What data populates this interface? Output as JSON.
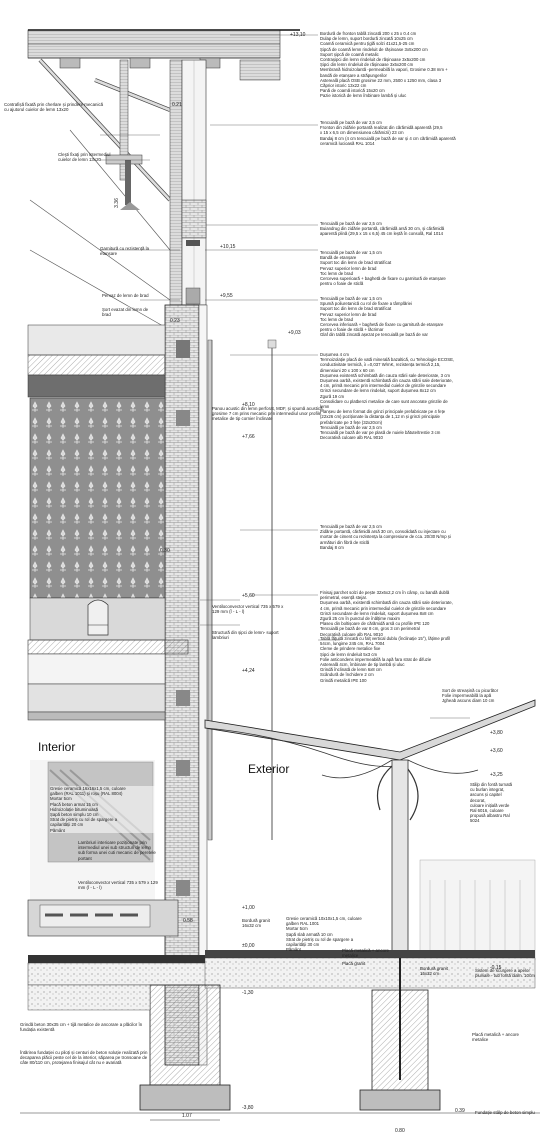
{
  "colors": {
    "line": "#333333",
    "brick": "#c9c9c9",
    "panel": "#8c8c8c",
    "sky": "#f3f3f3"
  },
  "levels": [
    "+13,10",
    "+10,15",
    "+9,55",
    "+9,03",
    "+8,10",
    "+7,66",
    "+5,60",
    "+4,24",
    "+3,80",
    "+3,60",
    "+3,25",
    "+1,00",
    "±0,00",
    "-0,15",
    "-1,30",
    "-3,80"
  ],
  "dims": {
    "d021": "0.21",
    "d336": "3.36",
    "d023": "0.23",
    "d030": "0.30",
    "d058": "0.58",
    "d107": "1.07",
    "d039": "0.39",
    "d080": "0.80"
  },
  "spaces": {
    "interior": "Interior",
    "exterior": "Exterior"
  },
  "notes": {
    "roof": [
      "Bordură de fronton tablă zincată 200 x 25 x 0.4 cm",
      "Dulap de lemn, suport bordură zincată 10x25 cm",
      "Coamă ceramică  pentru țiglă solzi 41x21,5-25 cm",
      "Șipcă de coamă lemn rindeluit de rășinoase 3x5x200 cm",
      "Suport șipcă de coamă metalic",
      "Contrașipci din lemn rindeluit de rășinoase 3x5x200 cm",
      "Șipci din lemn rindeluit de rășinoase 3x5x200 cm",
      "Membrană hidroizolantă -permeabilă la vapori, Grosime 0.38 mm +",
      "bandă de etanșare a străpungerilor",
      "Asterealã  placă OSB grosime 22 mm, 2500 x 1250 mm, clasa 3",
      "Căprior istoric 13x22 cm",
      "Pană de coamă istorică 15x20 cm",
      "Pazie istorică de lemn îmbinare lambă și uluc"
    ],
    "fronton": [
      "Tencuială pe bază de var 2,5 cm",
      "Fronton din zidărie portantă realizat din cărămidă aparentă (29,5",
      "x 15 x 6,5 cm dimensiunea cărămizii) 23 cm",
      "Bandaj 8 cm (4 cm tencuială pe bază de var și 4 cm cărămidă aparentă",
      "ceramică lucioasă RAL 1014"
    ],
    "buiandrug": [
      "Tencuială pe bază de var 2,5 cm",
      "Buiandrug din zidărie portantă, cărămidă arsă 30 cm, și cărămidă",
      "aparentă plină (29,5 x 15 x 6,5) 45 cm  leștă în consolă, Ral 1014"
    ],
    "window1": [
      "Tencuială pe bază de var 1,5 cm",
      "Bandă de etanșare",
      "Suport toc din lemn de brad stratificat",
      "Pervaz superior lemn de brad",
      "Toc lemn de brad",
      "Cercevea superioară + baghetă de fixare cu garnitură de etanșare",
      "pentru o foaie de sticlă"
    ],
    "window2": [
      "Tencuială pe bază de var 1,5 cm",
      "Spumă poliuretanică cu rol de fixare a tâmplăriei",
      "Suport toc din lemn de brad stratificat",
      "Pervaz superior lemn de brad",
      "Toc lemn de brad",
      "Cercevea inferioară + baghetă de fixare cu garnitură de etanșare",
      "pentru o foaie de sticlă + lăcrimar",
      "Glaf din tablă zincată așezat pe tencuială pe bază de var"
    ],
    "floor1": [
      "Dușumea 4 cm",
      "Termoizolație placă de vată minerală bazaltică, cu Tehnologie ECOSE,",
      "conductivitate termică, λ =0,037 W/mK, rezistența termică 2,15,",
      "dimensiuni 20 x 100 x 60 cm",
      "Dușumea existentă schimbată din cauza stării sale deteriorate, 3 cm",
      "Dușumea oarbă, existentă schimbată din cauza stării sale deteriorate,",
      "4 cm, primă mecanic prin intermediul cuielor de grinzile secundare",
      "Grinzi secundare de lemn rindeluit, suport dușumea 8x12 cm",
      "Zgură 19 cm",
      "Consolidare cu platbenzi metalice de care sunt ancorate grinzile de",
      "lemn",
      "Planșeu de lemn format din grinzi principale prefabricate pe 4 fețe",
      "(22x26 cm) poziționate la distanța de 1,12 m și grinzi principale",
      "prefabricate pe 3 fețe (32x20cm)",
      "Tencuială pe bază de var 2,5 cm",
      "Tencuială pe bază de var pe plasă de nuiele bătute/trestie 3 cm",
      "Decorativă culoare alb RAL 9010"
    ],
    "wall": [
      "Tencuială pe bază de var 2,5 cm",
      "Zidărie portantă, cărămidă arsă 30 cm, consolidată cu injectare cu",
      "mortar de ciment cu rezistența la compresiune de cca. 20/30 N/mp și",
      "armături din fibră de sticlă",
      "Bandaj 8 cm"
    ],
    "floor2": [
      "Finisaj parchet solzi de pește 32x6x2,2 cm în câmp, cu bandă dublă",
      "perimetral, esență stejar.",
      "Dușumea oarbă, existentă schimbată din cauza stării sale deteriorate,",
      "4 cm, primă mecanic prin intermediul cuielor de grinzile secundare",
      "Grinzi secundare de lemn rindeluit, suport dușumea 8x8 cm",
      "Zgură 25 cm  în punctul de înălțime maxim",
      "Plaseu din boltișoare de cărămidă arsă cu profile IPE 120",
      "Tencuială pe bază de var 8 cm, gros 3 cm perimetral",
      "Decorativă culoare alb RAL 9010"
    ],
    "canopy": [
      "Tablă fățuită zincată cu falț vertical dublu (înclinație 15°), lățime profil",
      "54cm, lungime 245 cm, RAL 7004",
      "Cleme de prindere metalice fixe",
      "Șipci de lemn rindeluit 5x3 cm",
      "Folie anticondens impermeabilă la apă fara strat de difuzie",
      "Asterealã 4cm, îmbinare de tip lambă și uluc",
      "Grindă înclinată de lemn 6x8 cm",
      "Scândură de închidere 2 cm",
      "Grindă metalică IPE 100"
    ],
    "gutter": [
      "Sort de streașină cu picurător",
      "Folie impermeabilă la apă",
      "Jgheab ascuns diam 10 cm"
    ],
    "column": [
      "Stâlp din fontă turnată",
      "cu burlan integrat,",
      "ascuns și capitel",
      "decorat,",
      "culoare inițială verde",
      "Ral 6016, culoare",
      "propusă albastru Ral",
      "5024"
    ],
    "interiorFloor": [
      "Gresie ceramică 16x16x1,5 cm, culoare",
      "galben (RAL 1011) și roșu (RAL 8004)",
      "Mortar 5cm",
      "Placă beton armat 15 cm",
      "Hidroizolație bituminoasă",
      "Șapă beton simplu 10 cm",
      "Strat de pietriș cu rol de spargere a",
      "capilarității 20 cm",
      "Pământ"
    ],
    "exteriorFloor": [
      "Gresie ceramică 10x10x1,5 cm, culoare",
      "galben RAL 1001",
      "Mortar 5cm",
      "Șapă slab armată 10 cm",
      "Strat de pietriș cu rol de spargere a",
      "capilarității 30 cm",
      "Pământ"
    ]
  },
  "labels": {
    "contrafisa": "Contrafișă fixată prin cherlare și prindere mecanică cu ajutorul cuielor de lemn 13x20",
    "clesti": "Cleşti fixaţi prin intermediul cuielor de lemn 13x20",
    "garnitura": "Garnitură cu rezistență la etanșare",
    "pervaz": "Pervaz de lemn de brad",
    "sort": "Șort evazat din lemn de brad",
    "panou": "Panou acustic din lemn perforat, MDF, și spumă acustică, grosime 7 cm prins mecanic prin intermediul unor profile metalice de tip cornier înclinate",
    "ventilo1": "Ventiloconvector vertical 735 x 579 x 129 mm (Î - L - l)",
    "structura": "Structură din șipci de lemn- suport lambriuri",
    "lambriuri": "Lambriuri interioare poziționate prin intermediul unei sub structuri de lemn sub forma unei cuti mecanic de peretele portant",
    "ventilo2": "Ventiloconvector vertical 735 x 579 x 129 mm (Î - L - l)",
    "bordura1": "Bordură granit 16x32 cm",
    "bordura2": "Bordură granit 15x32 cm",
    "placaAncore1": "Placă metalică + ancore metalice",
    "placaGranit": "Placă granit",
    "placaAncore2": "Placă metalică + ancore metalice",
    "sistem": "Sistem de scurgere a apelor pluviale - tub fontă diam. 10cm",
    "grinda": "Grindă beton 30x35 cm + tijă metalice de ancorare a plăcilor în fundația existentă",
    "intarire": "Întărirea fundației cu piloți și centuri de beton soluție realizată prin decaparea plăcii peste cel de la interior, săparea pe tronsoane de câte 80/110 cm, protejarea finisajul cât nu e avariată",
    "fundatie": "Fundație stâlp de beton simplu"
  }
}
